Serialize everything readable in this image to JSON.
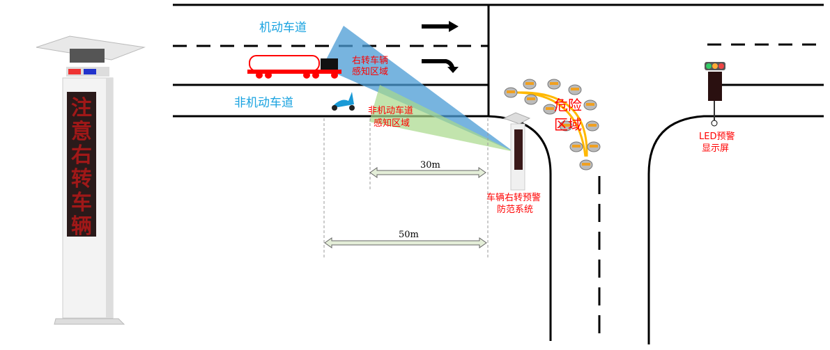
{
  "labels": {
    "motor_lane": "机动车道",
    "non_motor_lane": "非机动车道",
    "right_turn_zone_1": "右转车辆",
    "right_turn_zone_2": "感知区域",
    "non_motor_zone_1": "非机动车道",
    "non_motor_zone_2": "感知区域",
    "danger_1": "危险",
    "danger_2": "区域",
    "system_1": "车辆右转预警",
    "system_2": "防范系统",
    "led_1": "LED预警",
    "led_2": "显示屏",
    "dist_30": "30m",
    "dist_50": "50m"
  },
  "pillar_display": [
    "注",
    "意",
    "右",
    "转",
    "车",
    "辆"
  ],
  "colors": {
    "lane_text": "#1aa3e0",
    "red_text": "#ff0000",
    "blue_zone": "#4a9bd4",
    "green_zone": "#a8d98a",
    "curve": "#ffb800"
  }
}
